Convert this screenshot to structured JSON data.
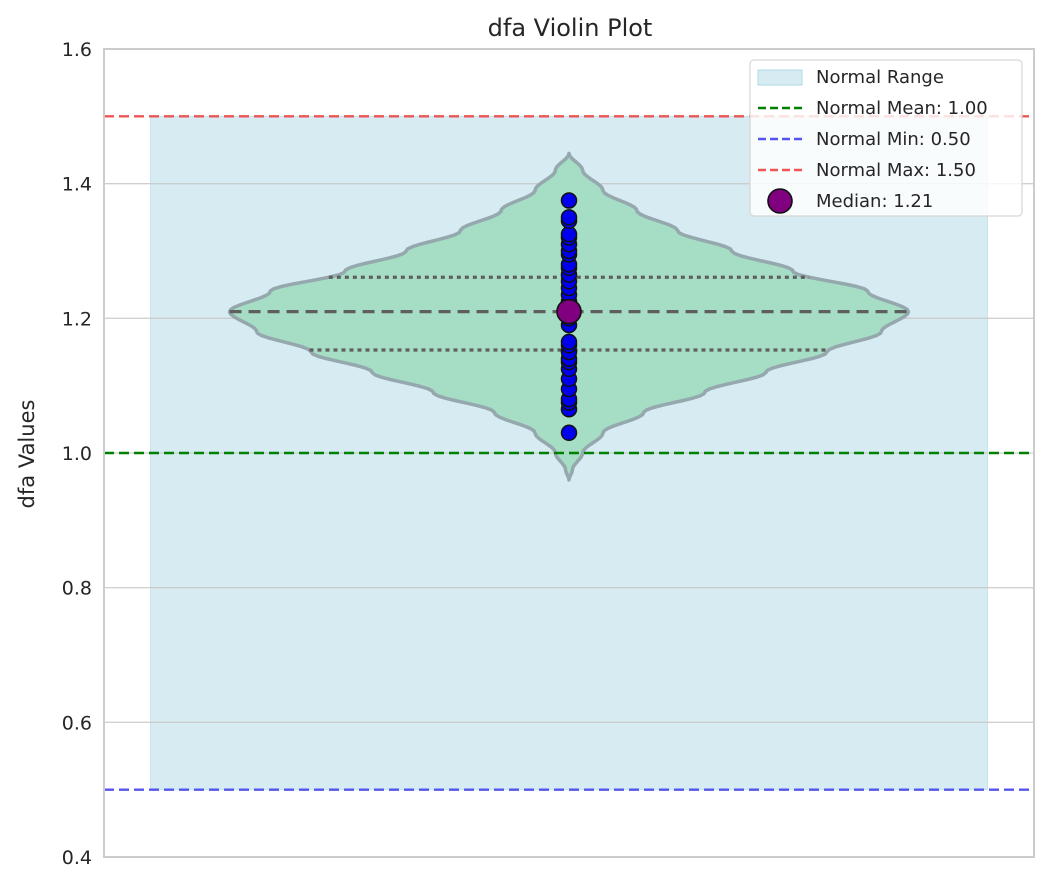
{
  "chart_data": {
    "type": "violin",
    "title": "dfa Violin Plot",
    "xlabel": "",
    "ylabel": "dfa Values",
    "ylim": [
      0.4,
      1.6
    ],
    "yticks": [
      0.4,
      0.6,
      0.8,
      1.0,
      1.2,
      1.4,
      1.6
    ],
    "ytick_labels": [
      "0.4",
      "0.6",
      "0.8",
      "1.0",
      "1.2",
      "1.4",
      "1.6"
    ],
    "grid": "horizontal",
    "legend_position": "top-right",
    "normal_range": {
      "label": "Normal Range",
      "min": 0.5,
      "max": 1.5,
      "color": "#add8e6"
    },
    "reference_lines": [
      {
        "label": "Normal Mean: 1.00",
        "value": 1.0,
        "color": "#008000"
      },
      {
        "label": "Normal Min: 0.50",
        "value": 0.5,
        "color": "#5555ee"
      },
      {
        "label": "Normal Max: 1.50",
        "value": 1.5,
        "color": "#ee5555"
      }
    ],
    "median": {
      "label": "Median: 1.21",
      "value": 1.21,
      "color": "#800080"
    },
    "quartiles": {
      "q1": 1.153,
      "median": 1.21,
      "q3": 1.261
    },
    "violin": {
      "color": "#a3dcc2",
      "edge_color": "#94a8ae",
      "range": [
        0.96,
        1.445
      ],
      "density_profile": [
        [
          0.96,
          0.0
        ],
        [
          0.975,
          0.01
        ],
        [
          1.0,
          0.04
        ],
        [
          1.03,
          0.1
        ],
        [
          1.06,
          0.22
        ],
        [
          1.09,
          0.4
        ],
        [
          1.12,
          0.58
        ],
        [
          1.15,
          0.76
        ],
        [
          1.18,
          0.92
        ],
        [
          1.21,
          1.0
        ],
        [
          1.24,
          0.88
        ],
        [
          1.27,
          0.66
        ],
        [
          1.3,
          0.48
        ],
        [
          1.33,
          0.32
        ],
        [
          1.36,
          0.2
        ],
        [
          1.39,
          0.1
        ],
        [
          1.42,
          0.04
        ],
        [
          1.445,
          0.0
        ]
      ]
    },
    "points": {
      "color": "#0000ee",
      "values": [
        1.03,
        1.065,
        1.075,
        1.08,
        1.095,
        1.11,
        1.125,
        1.135,
        1.14,
        1.15,
        1.16,
        1.165,
        1.19,
        1.2,
        1.215,
        1.225,
        1.235,
        1.245,
        1.255,
        1.265,
        1.275,
        1.28,
        1.295,
        1.3,
        1.31,
        1.32,
        1.325,
        1.345,
        1.35,
        1.375
      ]
    }
  }
}
